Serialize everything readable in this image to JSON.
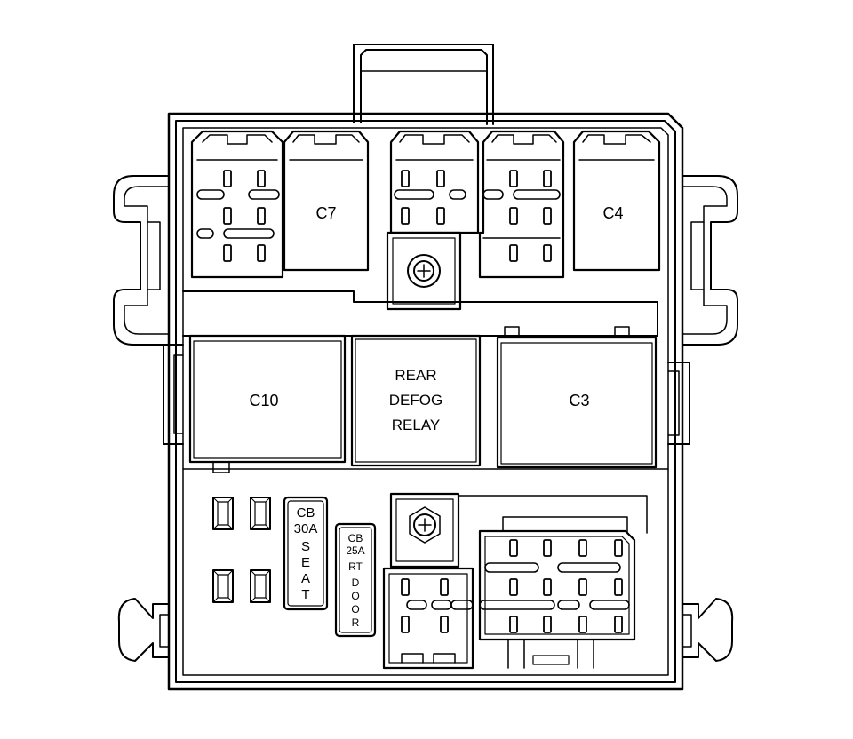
{
  "connectors": {
    "c7": "C7",
    "c4": "C4",
    "c10": "C10",
    "c3": "C3"
  },
  "relay": {
    "line1": "REAR",
    "line2": "DEFOG",
    "line3": "RELAY"
  },
  "cb_seat": {
    "rating_line1": "CB",
    "rating_line2": "30A",
    "letters": [
      "S",
      "E",
      "A",
      "T"
    ]
  },
  "cb_door": {
    "rating_line1": "CB",
    "rating_line2": "25A",
    "side": "RT",
    "letters": [
      "D",
      "O",
      "O",
      "R"
    ]
  },
  "icons": {
    "stud": "ground-stud-icon",
    "fuse": "mini-fuse-icon",
    "terminal": "terminal-cavity-icon"
  }
}
